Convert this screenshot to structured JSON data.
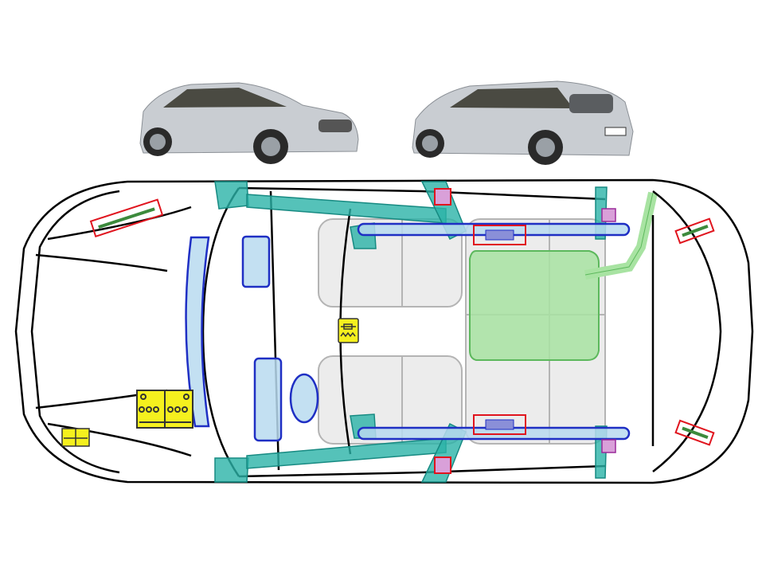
{
  "colors": {
    "outline": "#000000",
    "structure_reinforcement": "#2ab3a8",
    "airbag": "#b9daf0",
    "airbag_border": "#1f2fc4",
    "gas_strut_box": "#e0141e",
    "pretensioner": "#d9a0d9",
    "fuel_tank": "#a8e3a2",
    "battery": "#f5f01e",
    "seat": "#e9e9e9"
  },
  "components": [
    "front-view-photo",
    "rear-view-photo",
    "car-body-outline",
    "a-pillar-reinforcement",
    "b-pillar-reinforcement",
    "roof-rail-reinforcement",
    "curtain-airbag",
    "knee-airbag",
    "passenger-airbag",
    "driver-airbag",
    "gas-strut",
    "seatbelt-pretensioner",
    "gas-generator",
    "fuel-tank",
    "fuel-filler-pipe",
    "battery-12v",
    "auxiliary-battery",
    "control-unit"
  ]
}
